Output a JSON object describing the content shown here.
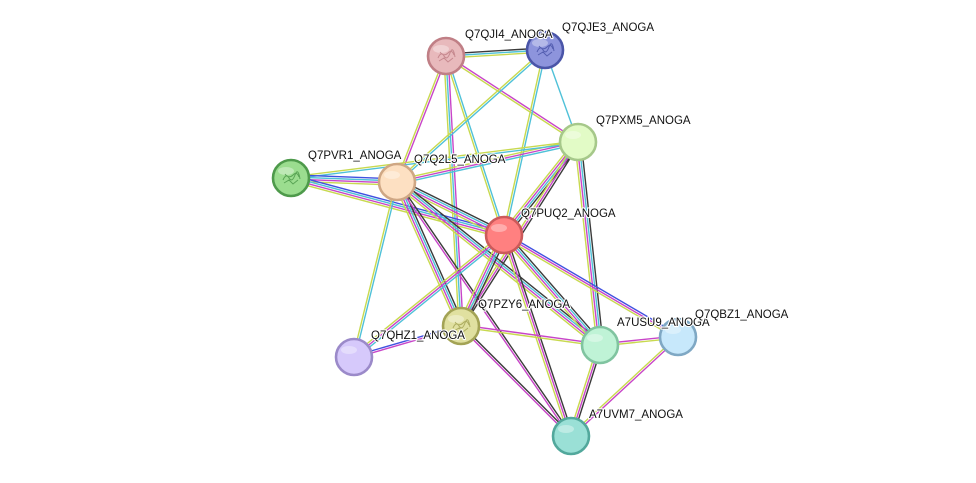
{
  "network": {
    "nodes": [
      {
        "id": "Q7QJI4_ANOGA",
        "label": "Q7QJI4_ANOGA",
        "fill": "#e8b9bc",
        "stroke": "#c07f86",
        "icon": "protein-structure-icon"
      },
      {
        "id": "Q7QJE3_ANOGA",
        "label": "Q7QJE3_ANOGA",
        "fill": "#8d94dc",
        "stroke": "#4a55a8",
        "icon": "protein-structure-icon"
      },
      {
        "id": "Q7PXM5_ANOGA",
        "label": "Q7PXM5_ANOGA",
        "fill": "#e2fbc6",
        "stroke": "#a6c88a",
        "icon": ""
      },
      {
        "id": "Q7PVR1_ANOGA",
        "label": "Q7PVR1_ANOGA",
        "fill": "#9bdd8f",
        "stroke": "#4e9a4b",
        "icon": "protein-structure-icon"
      },
      {
        "id": "Q7Q2L5_ANOGA",
        "label": "Q7Q2L5_ANOGA",
        "fill": "#fde0c2",
        "stroke": "#cfa784",
        "icon": ""
      },
      {
        "id": "Q7PUQ2_ANOGA",
        "label": "Q7PUQ2_ANOGA",
        "fill": "#ff8080",
        "stroke": "#cc5a5a",
        "icon": ""
      },
      {
        "id": "Q7PZY6_ANOGA",
        "label": "Q7PZY6_ANOGA",
        "fill": "#e0e0a0",
        "stroke": "#a3a355",
        "icon": "protein-structure-icon"
      },
      {
        "id": "Q7QHZ1_ANOGA",
        "label": "Q7QHZ1_ANOGA",
        "fill": "#d6c9fb",
        "stroke": "#9b8ac9",
        "icon": ""
      },
      {
        "id": "A7USU9_ANOGA",
        "label": "A7USU9_ANOGA",
        "fill": "#bff3d6",
        "stroke": "#80c4a0",
        "icon": ""
      },
      {
        "id": "Q7QBZ1_ANOGA",
        "label": "Q7QBZ1_ANOGA",
        "fill": "#c7e8fb",
        "stroke": "#7fa8c4",
        "icon": ""
      },
      {
        "id": "A7UVM7_ANOGA",
        "label": "A7UVM7_ANOGA",
        "fill": "#9ae0d6",
        "stroke": "#52a89c",
        "icon": ""
      }
    ],
    "edges": [
      {
        "a": "Q7QJI4_ANOGA",
        "b": "Q7QJE3_ANOGA",
        "colors": [
          "#3a3a3a",
          "#4fc1d8",
          "#c8d94f"
        ]
      },
      {
        "a": "Q7QJI4_ANOGA",
        "b": "Q7PXM5_ANOGA",
        "colors": [
          "#c845c8",
          "#c8d94f"
        ]
      },
      {
        "a": "Q7QJI4_ANOGA",
        "b": "Q7Q2L5_ANOGA",
        "colors": [
          "#c845c8",
          "#c8d94f"
        ]
      },
      {
        "a": "Q7QJI4_ANOGA",
        "b": "Q7PUQ2_ANOGA",
        "colors": [
          "#4fc1d8",
          "#c8d94f"
        ]
      },
      {
        "a": "Q7QJI4_ANOGA",
        "b": "Q7PZY6_ANOGA",
        "colors": [
          "#c845c8",
          "#4fc1d8",
          "#c8d94f"
        ]
      },
      {
        "a": "Q7QJE3_ANOGA",
        "b": "Q7Q2L5_ANOGA",
        "colors": [
          "#4fc1d8",
          "#c8d94f"
        ]
      },
      {
        "a": "Q7QJE3_ANOGA",
        "b": "Q7PUQ2_ANOGA",
        "colors": [
          "#4fc1d8",
          "#c8d94f"
        ]
      },
      {
        "a": "Q7QJE3_ANOGA",
        "b": "Q7PXM5_ANOGA",
        "colors": [
          "#4fc1d8"
        ]
      },
      {
        "a": "Q7PXM5_ANOGA",
        "b": "Q7Q2L5_ANOGA",
        "colors": [
          "#4fc1d8",
          "#c845c8",
          "#c8d94f"
        ]
      },
      {
        "a": "Q7PXM5_ANOGA",
        "b": "Q7PVR1_ANOGA",
        "colors": [
          "#4fc1d8",
          "#c8d94f"
        ]
      },
      {
        "a": "Q7PXM5_ANOGA",
        "b": "Q7PUQ2_ANOGA",
        "colors": [
          "#3a3a3a",
          "#4fc1d8",
          "#c845c8",
          "#c8d94f"
        ]
      },
      {
        "a": "Q7PXM5_ANOGA",
        "b": "Q7PZY6_ANOGA",
        "colors": [
          "#3a3a3a",
          "#c845c8",
          "#c8d94f"
        ]
      },
      {
        "a": "Q7PXM5_ANOGA",
        "b": "A7USU9_ANOGA",
        "colors": [
          "#3a3a3a",
          "#4fc1d8",
          "#c845c8",
          "#c8d94f"
        ]
      },
      {
        "a": "Q7PVR1_ANOGA",
        "b": "Q7Q2L5_ANOGA",
        "colors": [
          "#4050e0",
          "#4fc1d8",
          "#c845c8",
          "#c8d94f"
        ]
      },
      {
        "a": "Q7PVR1_ANOGA",
        "b": "Q7PUQ2_ANOGA",
        "colors": [
          "#4050e0",
          "#4fc1d8",
          "#c845c8",
          "#c8d94f"
        ]
      },
      {
        "a": "Q7Q2L5_ANOGA",
        "b": "Q7PUQ2_ANOGA",
        "colors": [
          "#3a3a3a",
          "#4fc1d8",
          "#c845c8",
          "#c8d94f"
        ]
      },
      {
        "a": "Q7Q2L5_ANOGA",
        "b": "Q7PZY6_ANOGA",
        "colors": [
          "#3a3a3a",
          "#4fc1d8",
          "#c845c8",
          "#c8d94f"
        ]
      },
      {
        "a": "Q7Q2L5_ANOGA",
        "b": "Q7QHZ1_ANOGA",
        "colors": [
          "#4fc1d8",
          "#c8d94f"
        ]
      },
      {
        "a": "Q7Q2L5_ANOGA",
        "b": "A7USU9_ANOGA",
        "colors": [
          "#3a3a3a",
          "#4fc1d8",
          "#c845c8",
          "#c8d94f"
        ]
      },
      {
        "a": "Q7Q2L5_ANOGA",
        "b": "A7UVM7_ANOGA",
        "colors": [
          "#3a3a3a",
          "#c845c8"
        ]
      },
      {
        "a": "Q7PUQ2_ANOGA",
        "b": "Q7PZY6_ANOGA",
        "colors": [
          "#3a3a3a",
          "#4fc1d8",
          "#c845c8",
          "#c8d94f"
        ]
      },
      {
        "a": "Q7PUQ2_ANOGA",
        "b": "Q7QHZ1_ANOGA",
        "colors": [
          "#4fc1d8",
          "#c845c8",
          "#c8d94f"
        ]
      },
      {
        "a": "Q7PUQ2_ANOGA",
        "b": "A7USU9_ANOGA",
        "colors": [
          "#3a3a3a",
          "#4fc1d8",
          "#c845c8",
          "#c8d94f"
        ]
      },
      {
        "a": "Q7PUQ2_ANOGA",
        "b": "Q7QBZ1_ANOGA",
        "colors": [
          "#4050e0",
          "#c845c8",
          "#c8d94f"
        ]
      },
      {
        "a": "Q7PUQ2_ANOGA",
        "b": "A7UVM7_ANOGA",
        "colors": [
          "#3a3a3a",
          "#c845c8",
          "#c8d94f"
        ]
      },
      {
        "a": "Q7PZY6_ANOGA",
        "b": "Q7QHZ1_ANOGA",
        "colors": [
          "#c845c8",
          "#4050e0"
        ]
      },
      {
        "a": "Q7PZY6_ANOGA",
        "b": "A7USU9_ANOGA",
        "colors": [
          "#c845c8",
          "#c8d94f"
        ]
      },
      {
        "a": "Q7PZY6_ANOGA",
        "b": "A7UVM7_ANOGA",
        "colors": [
          "#3a3a3a",
          "#c845c8"
        ]
      },
      {
        "a": "A7USU9_ANOGA",
        "b": "Q7QBZ1_ANOGA",
        "colors": [
          "#c845c8",
          "#c8d94f"
        ]
      },
      {
        "a": "A7USU9_ANOGA",
        "b": "A7UVM7_ANOGA",
        "colors": [
          "#3a3a3a",
          "#c845c8",
          "#c8d94f"
        ]
      },
      {
        "a": "Q7QBZ1_ANOGA",
        "b": "A7UVM7_ANOGA",
        "colors": [
          "#c845c8",
          "#c8d94f"
        ]
      }
    ]
  }
}
